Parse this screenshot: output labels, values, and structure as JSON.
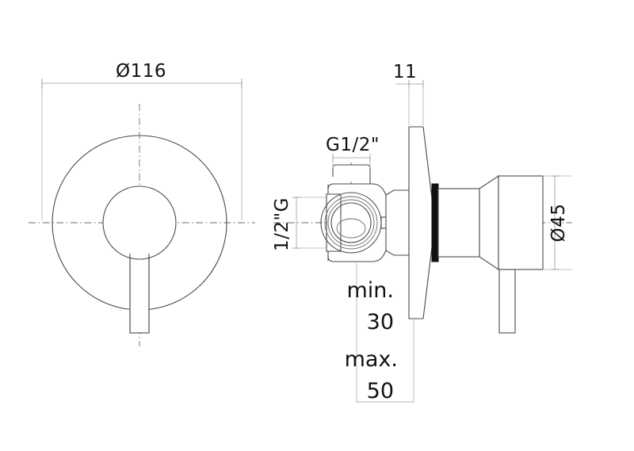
{
  "drawing": {
    "title": "Concealed single-lever shower mixer — technical dimension drawing",
    "background_color": "#ffffff",
    "line_color": "#4a4a4a",
    "dimension_line_color": "#9a9a9a",
    "text_color": "#111111",
    "units": "mm"
  },
  "front_view": {
    "name": "front-view",
    "plate_diameter_label": "Ø116",
    "plate_diameter_value": 116,
    "knob_visible": true,
    "lever_visible": true
  },
  "side_view": {
    "name": "side-view",
    "plate_thickness_label": "11",
    "plate_thickness_value": 11,
    "top_inlet_label": "G1/2\"",
    "side_inlet_label": "1/2\"G",
    "knob_diameter_label": "Ø45",
    "knob_diameter_value": 45,
    "depth_notes": [
      {
        "label": "min.",
        "value": "30"
      },
      {
        "label": "max.",
        "value": "50"
      }
    ],
    "depth_min_label": "min.",
    "depth_min_value": "30",
    "depth_max_label": "max.",
    "depth_max_value": "50"
  },
  "labels": {
    "diameter_116": "Ø116",
    "thickness_11": "11",
    "thread_top": "G1/2\"",
    "thread_side": "1/2\"G",
    "diameter_45": "Ø45",
    "min_word": "min.",
    "min_number": "30",
    "max_word": "max.",
    "max_number": "50"
  }
}
